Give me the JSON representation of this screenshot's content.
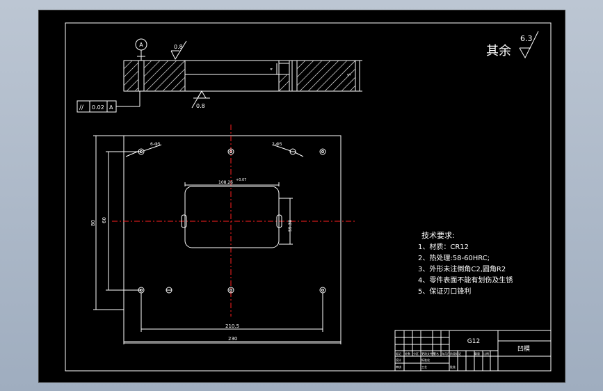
{
  "drawing": {
    "roughness_other_label": "其余",
    "roughness_other_value": "6.3",
    "datum_letter": "A",
    "roughness_top": "0.8",
    "roughness_bottom": "0.8",
    "parallelism_symbol": "//",
    "parallelism_tolerance": "0.02",
    "parallelism_datum": "A",
    "side_thickness_dim": "5",
    "side_slot_dim": "4",
    "hole_callout_left": "6-Φ5",
    "hole_callout_right": "2-Φ5",
    "dim_cavity_width": "108.26",
    "dim_cavity_tol": "+0.07",
    "dim_cavity_height": "55.38",
    "dim_hole_span_x": "210.5",
    "dim_outer_width": "230",
    "dim_outer_height": "80",
    "dim_hole_span_y": "60"
  },
  "tech_requirements": {
    "title": "技术要求:",
    "items": [
      "1、材质：CR12",
      "2、热处理:58-60HRC;",
      "3、外形未注倒角C2,圆角R2",
      "4、零件表面不能有划伤及生锈",
      "5、保证刃口锋利"
    ]
  },
  "title_block": {
    "part_code": "G12",
    "part_name": "凹模",
    "row_labels": [
      "标记",
      "处数",
      "分区",
      "更改文件号",
      "签名",
      "年月日"
    ],
    "small_labels": [
      "设计",
      "标准化",
      "审核",
      "工艺",
      "批准",
      "阶段标记",
      "重量",
      "比例"
    ]
  },
  "colors": {
    "background": "#000000",
    "lines": "#ffffff",
    "centerlines": "#ff2020"
  }
}
